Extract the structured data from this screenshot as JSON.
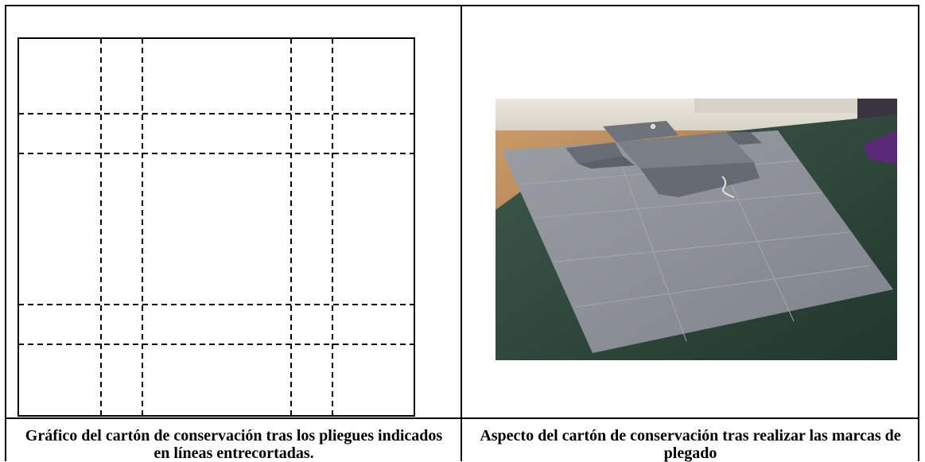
{
  "captions": {
    "left": "Gráfico del cartón de conservación tras los pliegues indicados en líneas entrecortadas.",
    "right": "Aspecto del cartón de conservación tras realizar las marcas de plegado"
  },
  "diagram": {
    "fold_line_style": "dashed",
    "vertical_fold_lines": 4,
    "horizontal_fold_lines": 4
  },
  "photo": {
    "subject": "grey conservation board with fold marks on a green cutting mat",
    "colors": {
      "board": "#8c8f96",
      "mat": "#2f4a3e",
      "table": "#b98a5a",
      "background_top": "#e8e4dc"
    }
  }
}
